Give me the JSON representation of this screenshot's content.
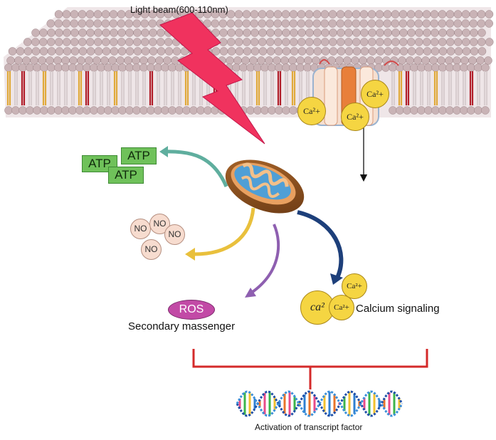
{
  "labels": {
    "light_beam": "Light beam(600-110nm)",
    "secondary_messenger": "Secondary massenger",
    "calcium_signaling": "Calcium signaling",
    "activation": "Activation of transcript factor"
  },
  "atp": [
    "ATP",
    "ATP",
    "ATP"
  ],
  "no": [
    "NO",
    "NO",
    "NO",
    "NO"
  ],
  "ros": "ROS",
  "calcium_channel": [
    "Ca²+",
    "Ca²+",
    "Ca²+"
  ],
  "calcium_signal": [
    "ca²",
    "Ca²+",
    "Ca²+"
  ],
  "colors": {
    "membrane_head": "#c9b3b6",
    "tail_yellow": "#e0a93a",
    "tail_red": "#b11e2a",
    "lightning": "#f0325e",
    "atp": "#6fc15a",
    "ros": "#c24aa6",
    "calcium": "#f5d542",
    "bracket": "#d42a2a"
  }
}
